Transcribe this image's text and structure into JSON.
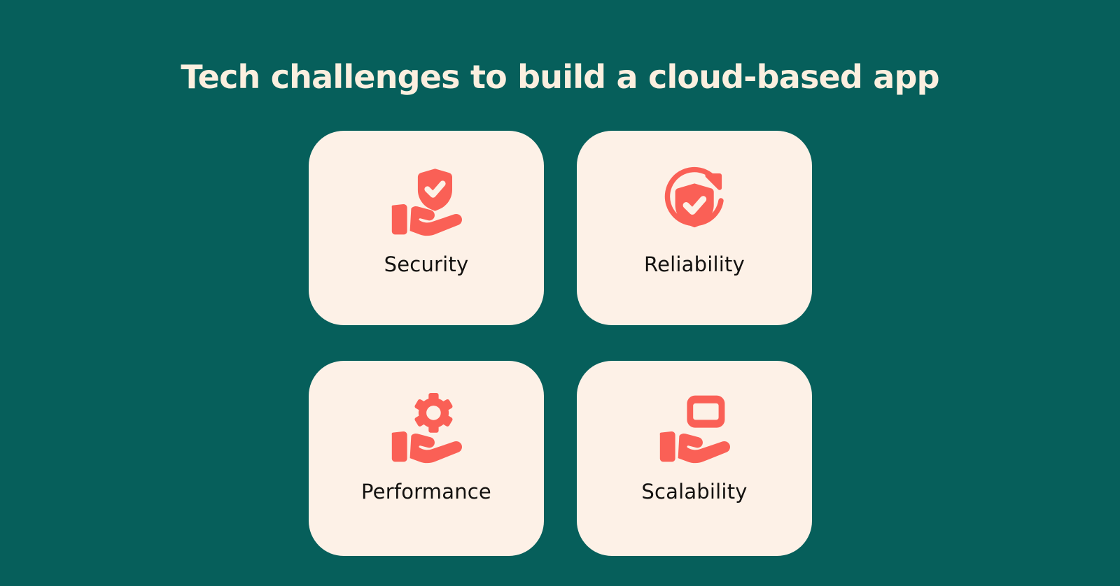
{
  "page": {
    "title": "Tech challenges to build a cloud-based app",
    "background_color": "#065f5b",
    "title_color": "#fbefdf",
    "card_background_color": "#fdf1e7",
    "card_label_color": "#13110f",
    "icon_color": "#fa6056",
    "icon_accent_color": "#fdf1e7"
  },
  "cards": [
    {
      "label": "Security",
      "icon": "hand-holding-shield-check-icon"
    },
    {
      "label": "Reliability",
      "icon": "circular-arrow-shield-check-icon"
    },
    {
      "label": "Performance",
      "icon": "hand-holding-gear-icon"
    },
    {
      "label": "Scalability",
      "icon": "hand-holding-window-icon"
    }
  ]
}
